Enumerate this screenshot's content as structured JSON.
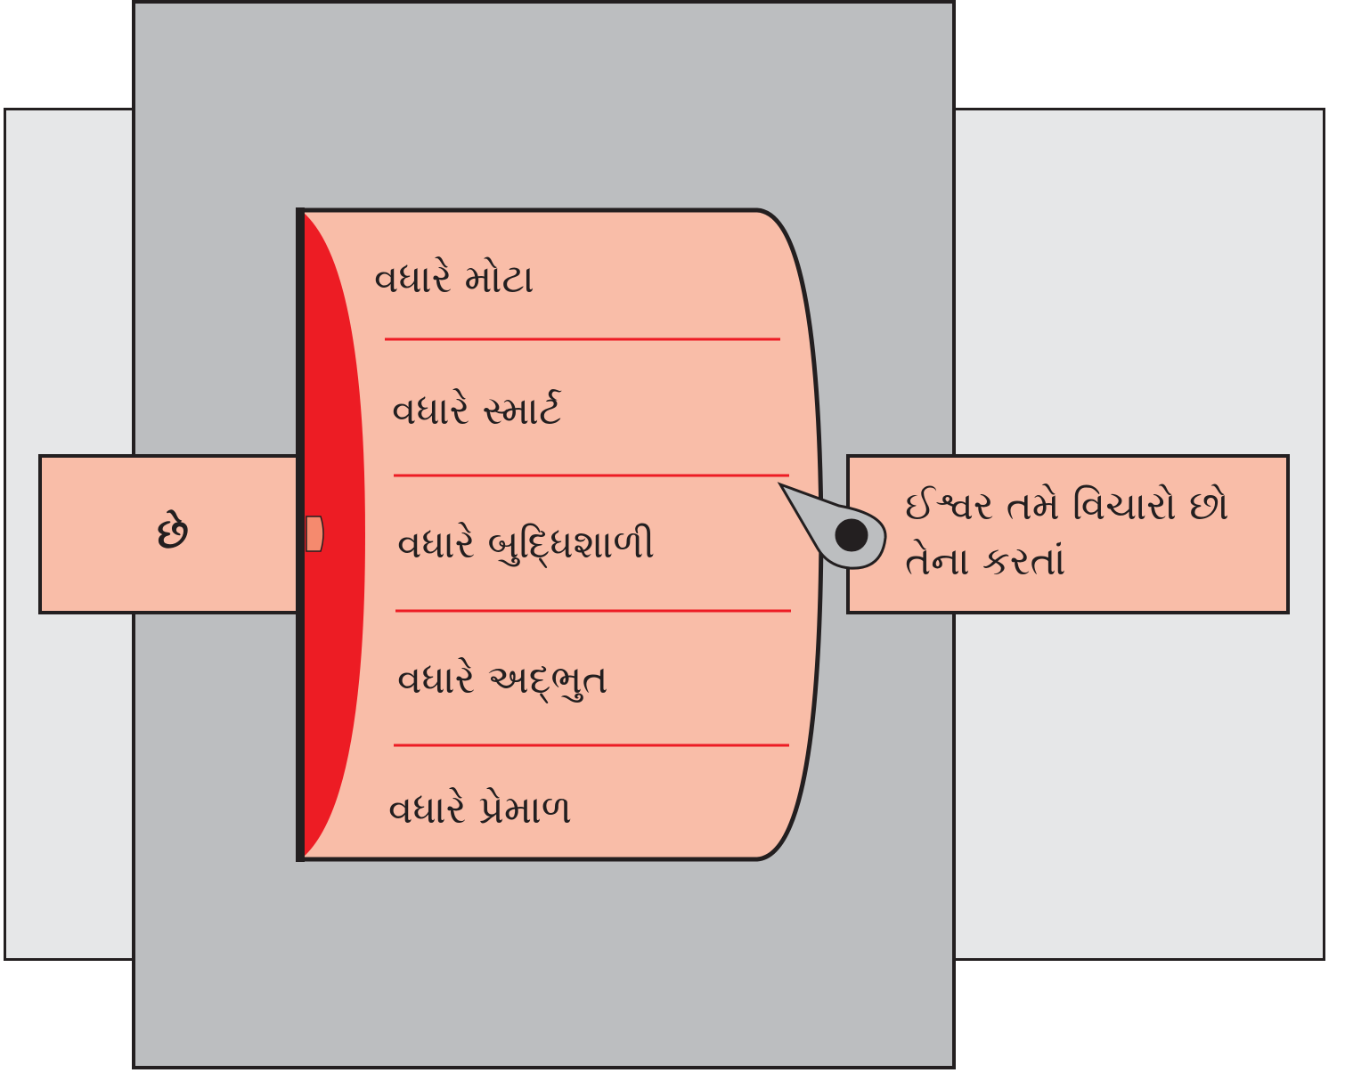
{
  "diagram": {
    "left_label": "છે",
    "rows": [
      "વધારે મોટા",
      "વધારે સ્માર્ટ",
      "વધારે બુદ્ધિશાળી",
      "વધારે અદ્ભુત",
      "વધારે પ્રેમાળ"
    ],
    "right_label": {
      "line1": "ઈશ્વર તમે વિચારો છો",
      "line2": "તેના કરતાં"
    }
  },
  "colors": {
    "outer_panel": "#e6e7e8",
    "frame": "#bcbec0",
    "scroll_fill": "#f9bda8",
    "scroll_edge": "#ed1c24",
    "divider": "#ed1c24",
    "pointer": "#bcbec0",
    "pivot": "#231f20"
  }
}
